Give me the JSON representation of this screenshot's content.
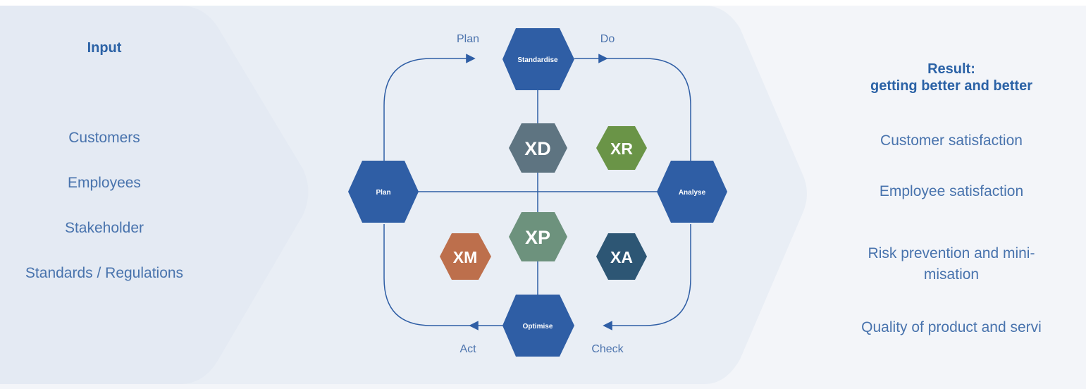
{
  "input": {
    "title": "Input",
    "items": [
      "Customers",
      "Employees",
      "Stakeholder",
      "Standards / Regulations"
    ]
  },
  "result": {
    "title_line1": "Result:",
    "title_line2": "getting better and better",
    "items": [
      "Customer satisfaction",
      "Employee satisfaction",
      "Risk prevention and mini-",
      "misation",
      "Quality of product and servi"
    ]
  },
  "cycle": {
    "top_label": "Standardise",
    "left_label": "Plan",
    "right_label": "Analyse",
    "bottom_label": "Optimise",
    "arrow_labels": {
      "plan": "Plan",
      "do": "Do",
      "check": "Check",
      "act": "Act"
    }
  },
  "modules": [
    {
      "id": "xd",
      "label": "XD",
      "color": "#5e7481"
    },
    {
      "id": "xr",
      "label": "XR",
      "color": "#6a9447"
    },
    {
      "id": "xp",
      "label": "XP",
      "color": "#6d927d"
    },
    {
      "id": "xm",
      "label": "XM",
      "color": "#bd6f4c"
    },
    {
      "id": "xa",
      "label": "XA",
      "color": "#2d5674"
    }
  ],
  "colors": {
    "hex_blue": "#2f5ea5",
    "line": "#2f5ea5",
    "panel_left": "#e6ebf3",
    "panel_mid": "#e9edf4",
    "panel_right": "#f2f4f8"
  }
}
